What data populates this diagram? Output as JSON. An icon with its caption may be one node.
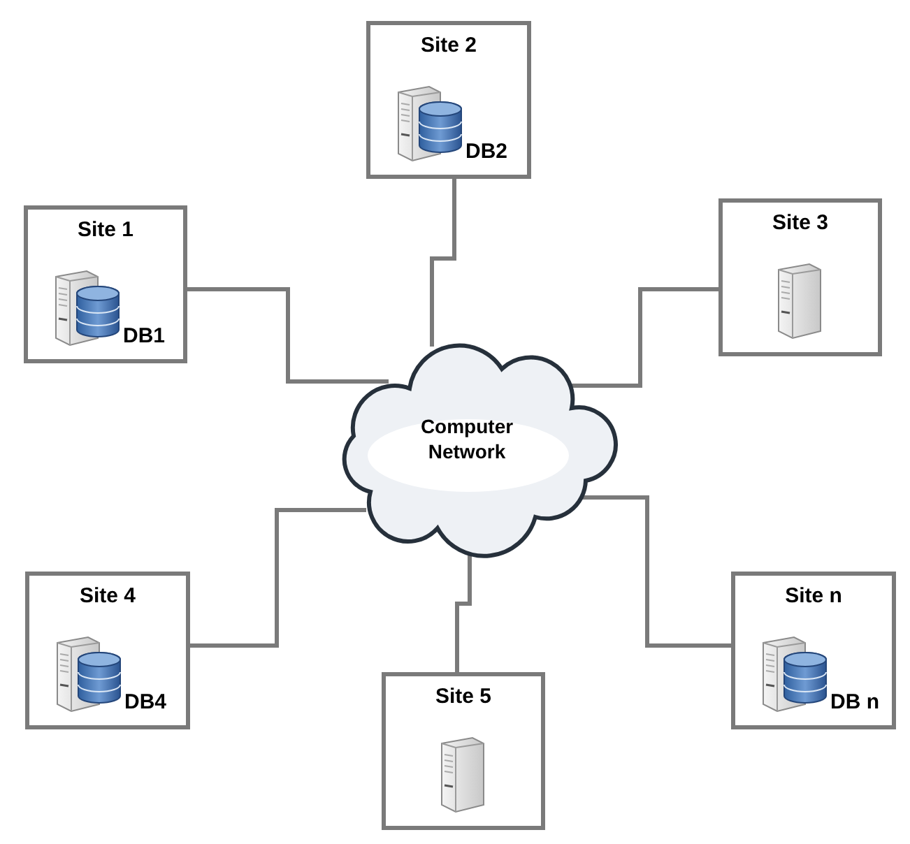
{
  "diagram": {
    "nodes": [
      {
        "text": [
          "Site 2",
          "DB2"
        ]
      },
      {
        "text": [
          "Site 1",
          "DB1"
        ]
      },
      {
        "text": [
          "Site 3"
        ]
      },
      {
        "text": [
          "Computer Network"
        ]
      },
      {
        "text": [
          "Site 4",
          "DB4"
        ]
      },
      {
        "text": [
          "Site n",
          "DB n"
        ]
      },
      {
        "text": [
          "Site 5"
        ]
      }
    ],
    "edges": [
      {
        "from": 0,
        "to": 3,
        "arrow": "none"
      },
      {
        "from": 1,
        "to": 3,
        "arrow": "none"
      },
      {
        "from": 2,
        "to": 3,
        "arrow": "none"
      },
      {
        "from": 4,
        "to": 3,
        "arrow": "none"
      },
      {
        "from": 5,
        "to": 3,
        "arrow": "none"
      },
      {
        "from": 6,
        "to": 3,
        "arrow": "none"
      }
    ]
  }
}
